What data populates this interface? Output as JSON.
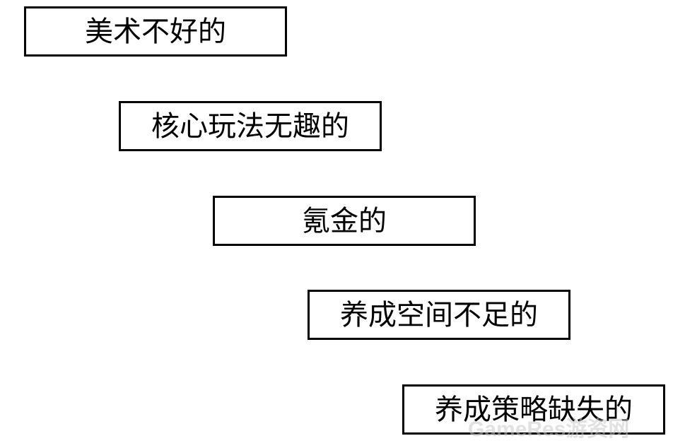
{
  "boxes": [
    {
      "label": "美术不好的"
    },
    {
      "label": "核心玩法无趣的"
    },
    {
      "label": "氪金的"
    },
    {
      "label": "养成空间不足的"
    },
    {
      "label": "养成策略缺失的"
    }
  ],
  "watermark": {
    "text": "GameRes游资网"
  },
  "colors": {
    "border": "#000000",
    "text": "#000000",
    "background": "#ffffff"
  }
}
